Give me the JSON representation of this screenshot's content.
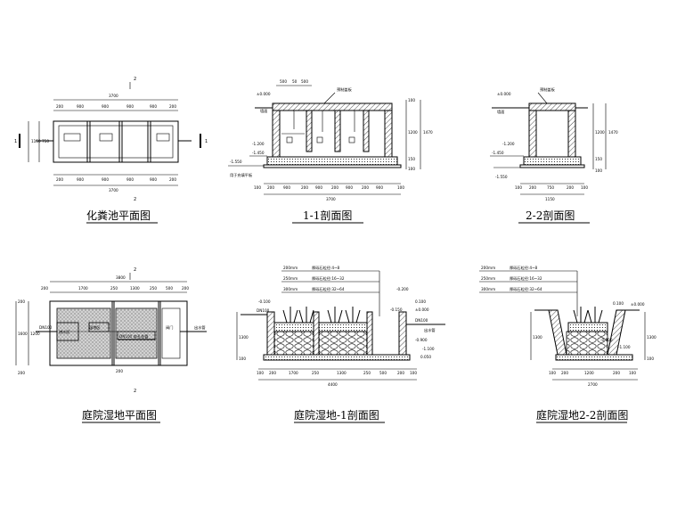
{
  "titles": {
    "septic_plan": "化粪池平面图",
    "septic_section_1": "1-1剖面图",
    "septic_section_2": "2-2剖面图",
    "wetland_plan": "庭院湿地平面图",
    "wetland_section_1": "庭院湿地-1剖面图",
    "wetland_section_2": "庭院湿地2-2剖面图"
  },
  "section_marks": {
    "one": "1",
    "two": "2"
  },
  "septic_plan": {
    "top_total": "3700",
    "top_dims": [
      "200",
      "900",
      "900",
      "900",
      "900",
      "200"
    ],
    "bottom_dims": [
      "200",
      "900",
      "900",
      "900",
      "900",
      "200"
    ],
    "bottom_total": "3700",
    "left_dims": [
      "1150",
      "750"
    ]
  },
  "septic_section_1": {
    "top_dims": [
      "500",
      "50",
      "500"
    ],
    "cover_label": "预制盖板",
    "ground_label": "墙面",
    "elev_top": "±0.000",
    "elev_1": "-1.200",
    "elev_2": "-1.450",
    "elev_3": "-1.550",
    "base_label": "用于充填平板",
    "right_dims": [
      "100",
      "1200",
      "150",
      "100"
    ],
    "right_total": "1470",
    "bottom_dims": [
      "100",
      "200",
      "900",
      "200",
      "900",
      "200",
      "900",
      "200",
      "900",
      "100"
    ],
    "bottom_total": "3700"
  },
  "septic_section_2": {
    "cover_label": "预制盖板",
    "ground_label": "墙面",
    "elev_top": "±0.000",
    "elev_1": "-1.200",
    "elev_2": "-1.450",
    "elev_3": "-1.550",
    "right_dims": [
      "1200",
      "150",
      "100"
    ],
    "right_total": "1470",
    "bottom_dims": [
      "100",
      "200",
      "750",
      "200",
      "100"
    ],
    "bottom_total": "1150"
  },
  "wetland_plan": {
    "top_total": "3800",
    "top_dims": [
      "200",
      "1700",
      "250",
      "1300",
      "250",
      "500",
      "200"
    ],
    "left_total": "1600",
    "left_dims": [
      "200",
      "1200",
      "200"
    ],
    "inlet_label": "DN100",
    "pool_label_1": "进水区",
    "pool_label_2": "湿地区",
    "pipe_label": "DN100 穿孔花管",
    "outlet_label": "出水管",
    "valve_label": "阀门",
    "mid_label": "200"
  },
  "wetland_section_1": {
    "layers": [
      {
        "thick": "200mm",
        "desc": "厚砾石粒径:4~8"
      },
      {
        "thick": "250mm",
        "desc": "厚砾石粒径:16~32"
      },
      {
        "thick": "300mm",
        "desc": "厚砾石粒径:32~64"
      }
    ],
    "elev_left": "-0.100",
    "elev_right": "-0.200",
    "elev_top": "0.100",
    "elev_zero": "±0.000",
    "pipe_in": "DN100",
    "pipe_out": "DN100",
    "elev_150": "-0.150",
    "elev_low": "-0.900",
    "elev_bottom": "-1.100",
    "outlet_label": "出水管",
    "right_mark": "0.050",
    "left_dims": [
      "1300",
      "100"
    ],
    "bottom_dims": [
      "100",
      "200",
      "1700",
      "250",
      "1300",
      "250",
      "500",
      "200",
      "100"
    ],
    "bottom_total": "4400"
  },
  "wetland_section_2": {
    "layers": [
      {
        "thick": "200mm",
        "desc": "厚砾石粒径:4~8"
      },
      {
        "thick": "250mm",
        "desc": "厚砾石粒径:16~32"
      },
      {
        "thick": "300mm",
        "desc": "厚砾石粒径:32~64"
      }
    ],
    "elev_top": "0.100",
    "elev_zero": "±0.000",
    "elev_low": "-0.900",
    "elev_bottom": "-1.100",
    "left_dims": [
      "1300"
    ],
    "right_dims": [
      "1300",
      "100"
    ],
    "bottom_dims": [
      "100",
      "200",
      "1200",
      "200",
      "100"
    ],
    "bottom_total": "2700"
  }
}
